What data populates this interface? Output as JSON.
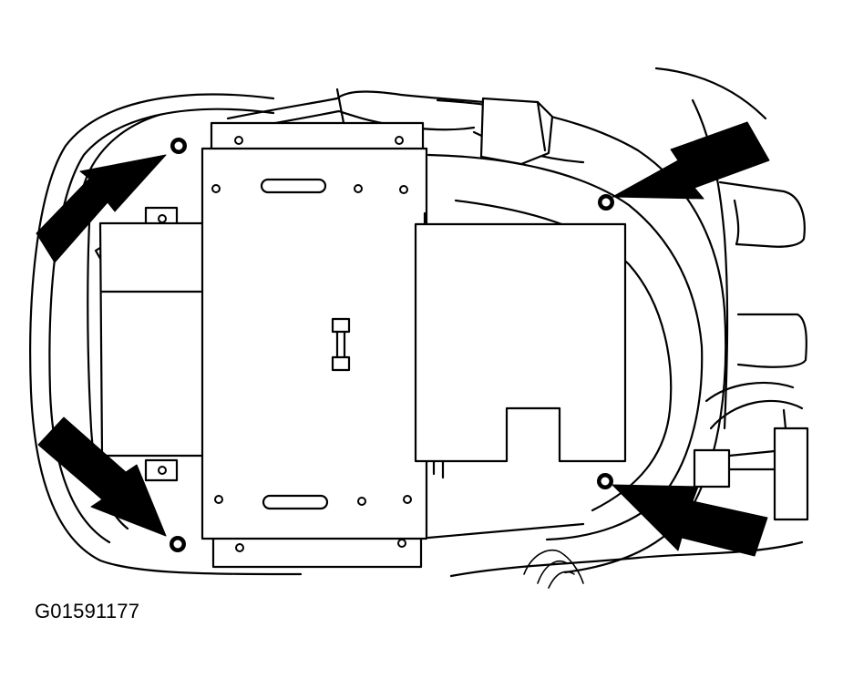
{
  "figure": {
    "code": "G01591177"
  },
  "colors": {
    "line": "#000000",
    "background": "#ffffff"
  },
  "callouts": [
    {
      "name": "arrow-top-left",
      "target": "mounting-bolt-top-left"
    },
    {
      "name": "arrow-bottom-left",
      "target": "mounting-bolt-bottom-left"
    },
    {
      "name": "arrow-top-right",
      "target": "mounting-bolt-top-right"
    },
    {
      "name": "arrow-bottom-right",
      "target": "mounting-bolt-bottom-right"
    }
  ]
}
